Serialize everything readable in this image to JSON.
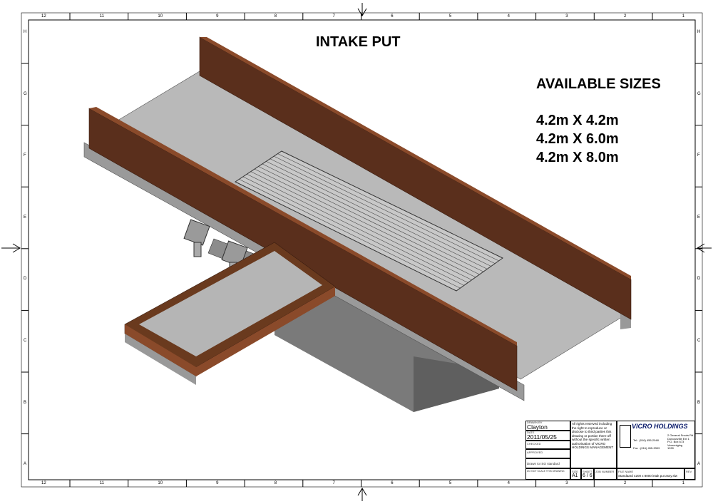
{
  "title": "INTAKE PUT",
  "sizes_heading": "AVAILABLE SIZES",
  "sizes": [
    "4.2m X 4.2m",
    "4.2m X 6.0m",
    "4.2m X 8.0m"
  ],
  "grid_columns": [
    "12",
    "11",
    "10",
    "9",
    "8",
    "7",
    "6",
    "5",
    "4",
    "3",
    "2",
    "1"
  ],
  "grid_rows": [
    "H",
    "G",
    "F",
    "E",
    "D",
    "C",
    "B",
    "A"
  ],
  "title_block": {
    "drawn_by_label": "DRAWN BY",
    "drawn_by": "Clayton",
    "date_label": "DATE",
    "date": "2011/05/25",
    "checked_label": "CHECKED",
    "approved_label": "APPROVED",
    "standard": "Drawn to ISO standard",
    "rights": "All rights reserved including the right to reproduce or disclose to third parties this drawing or portion there off without the specific written authorisation of VICRO HOLDINGS MANAGEMENT",
    "company": "VICRO HOLDINGS",
    "tel": "Tel : (016) 455-2048",
    "fax": "Fax : (016) 455-3309",
    "address": [
      "2 General Smuts Rd",
      "Duncanville Ext 1",
      "P.O. Box 673",
      "Vereeniging",
      "1930"
    ],
    "do_not_scale": "DO NOT SCALE THIS DRAWING",
    "size_label": "SIZE",
    "size": "A1",
    "sheet_label": "SHEET",
    "sheet": "6 / 6",
    "job_label": "JOB NUMBER",
    "file_label": "FILE NAME",
    "file": "Standaard 4200 x 8000 intak put assy.slw",
    "rev_label": "REV"
  },
  "colors": {
    "wall": "#5a2f1c",
    "wall_edge": "#8a4a2a",
    "floor": "#b8b8b8",
    "base": "#9a9a9a",
    "pit": "#707070"
  }
}
